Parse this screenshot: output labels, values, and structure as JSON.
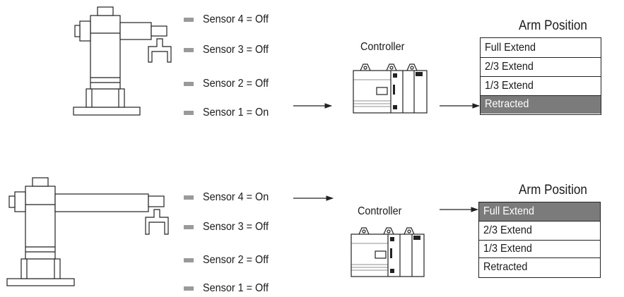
{
  "panels": [
    {
      "sensors": [
        "Sensor 4 = Off",
        "Sensor 3 = Off",
        "Sensor 2 = Off",
        "Sensor 1 = On"
      ],
      "controller_label": "Controller",
      "table_title": "Arm Position",
      "positions": [
        "Full Extend",
        "2/3 Extend",
        "1/3 Extend",
        "Retracted"
      ],
      "active_position": "Retracted"
    },
    {
      "sensors": [
        "Sensor 4 = On",
        "Sensor 3 = Off",
        "Sensor 2 = Off",
        "Sensor 1 = Off"
      ],
      "controller_label": "Controller",
      "table_title": "Arm Position",
      "positions": [
        "Full Extend",
        "2/3 Extend",
        "1/3 Extend",
        "Retracted"
      ],
      "active_position": "Full Extend"
    }
  ],
  "colors": {
    "line": "#222222",
    "highlight": "#7b7b7b",
    "bullet": "#9a9a9a"
  }
}
